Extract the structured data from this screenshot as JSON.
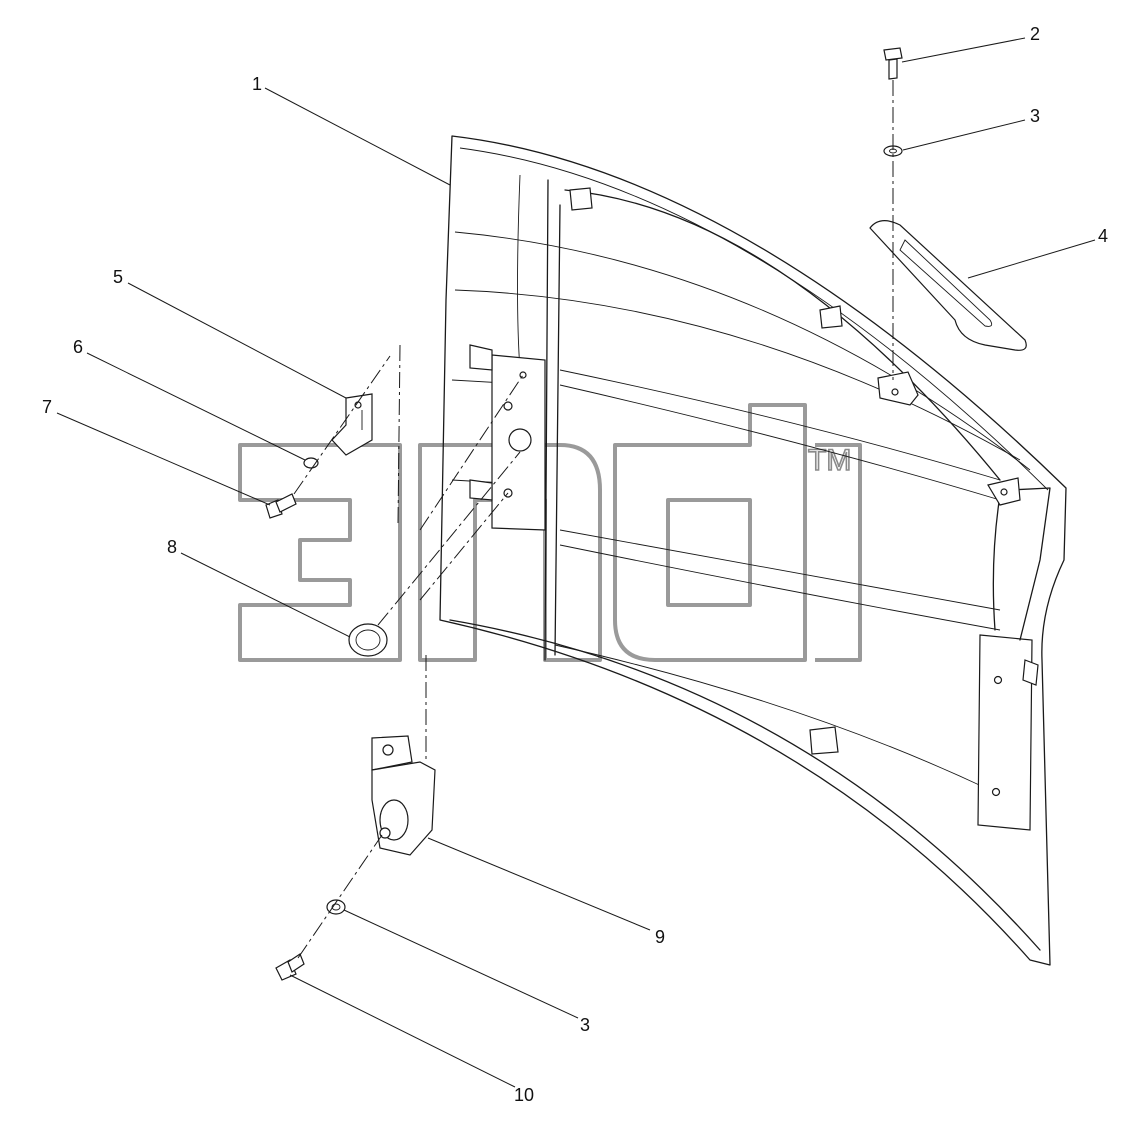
{
  "diagram": {
    "labels": {
      "l1": "1",
      "l2": "2",
      "l3a": "3",
      "l4": "4",
      "l5": "5",
      "l6": "6",
      "l7": "7",
      "l8": "8",
      "l9": "9",
      "l3b": "3",
      "l10": "10"
    },
    "watermark": {
      "trademark": "TM"
    }
  }
}
